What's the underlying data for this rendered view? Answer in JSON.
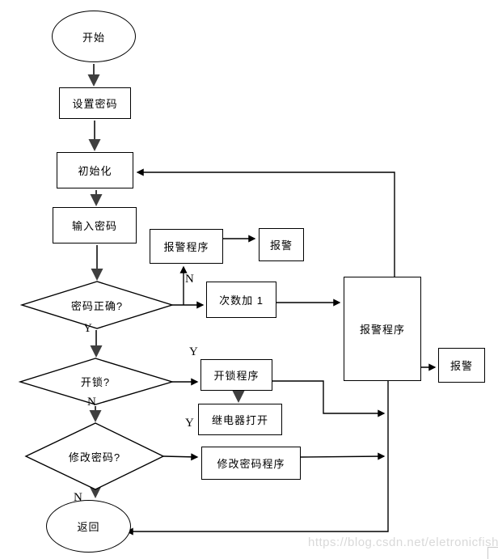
{
  "nodes": {
    "start": {
      "label": "开始",
      "shape": "ellipse"
    },
    "set_password": {
      "label": "设置密码",
      "shape": "rect"
    },
    "init": {
      "label": "初始化",
      "shape": "rect"
    },
    "input_password": {
      "label": "输入密码",
      "shape": "rect"
    },
    "alarm_program_top": {
      "label": "报警程序",
      "shape": "rect"
    },
    "alarm_top": {
      "label": "报警",
      "shape": "rect"
    },
    "password_correct": {
      "label": "密码正确?",
      "shape": "diamond"
    },
    "count_plus_one": {
      "label": "次数加 1",
      "shape": "rect"
    },
    "alarm_program_main": {
      "label": "报警程序",
      "shape": "rect"
    },
    "alarm_right": {
      "label": "报警",
      "shape": "rect"
    },
    "unlock": {
      "label": "开锁?",
      "shape": "diamond"
    },
    "unlock_program": {
      "label": "开锁程序",
      "shape": "rect"
    },
    "relay_open": {
      "label": "继电器打开",
      "shape": "rect"
    },
    "change_password": {
      "label": "修改密码?",
      "shape": "diamond"
    },
    "change_password_program": {
      "label": "修改密码程序",
      "shape": "rect"
    },
    "return": {
      "label": "返回",
      "shape": "ellipse"
    }
  },
  "edge_labels": {
    "n_password": "N",
    "y_password": "Y",
    "y_unlock": "Y",
    "n_unlock": "N",
    "y_relay": "Y",
    "n_change": "N"
  },
  "edges": [
    {
      "from": "start",
      "to": "set_password"
    },
    {
      "from": "set_password",
      "to": "init"
    },
    {
      "from": "init",
      "to": "input_password"
    },
    {
      "from": "input_password",
      "to": "password_correct"
    },
    {
      "from": "password_correct",
      "to": "count_plus_one",
      "label": "N"
    },
    {
      "from": "password_correct",
      "to": "alarm_program_top",
      "label": "N"
    },
    {
      "from": "alarm_program_top",
      "to": "alarm_top"
    },
    {
      "from": "count_plus_one",
      "to": "alarm_program_main"
    },
    {
      "from": "alarm_program_main",
      "to": "init"
    },
    {
      "from": "alarm_program_main",
      "to": "alarm_right"
    },
    {
      "from": "alarm_program_main",
      "to": "return"
    },
    {
      "from": "password_correct",
      "to": "unlock",
      "label": "Y"
    },
    {
      "from": "unlock",
      "to": "unlock_program",
      "label": "Y"
    },
    {
      "from": "unlock_program",
      "to": "relay_open",
      "label": "Y"
    },
    {
      "from": "unlock_program",
      "to": "return"
    },
    {
      "from": "unlock",
      "to": "change_password",
      "label": "N"
    },
    {
      "from": "change_password",
      "to": "change_password_program",
      "label": "Y"
    },
    {
      "from": "change_password_program",
      "to": "return"
    },
    {
      "from": "change_password",
      "to": "return",
      "label": "N"
    }
  ],
  "watermark": "https://blog.csdn.net/eletronicfish",
  "colors": {
    "line": "#000000",
    "flow_arrow": "#3f3f3f",
    "node_border": "#000000",
    "node_fill": "#ffffff",
    "watermark": "#d9d9d9"
  }
}
